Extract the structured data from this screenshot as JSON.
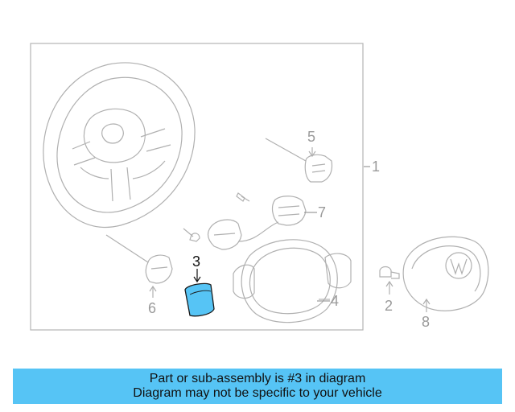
{
  "diagram": {
    "callouts": {
      "c1": "1",
      "c2": "2",
      "c3": "3",
      "c4": "4",
      "c5": "5",
      "c6": "6",
      "c7": "7",
      "c8": "8"
    },
    "highlighted_part": "3",
    "colors": {
      "highlight": "#56c4f5",
      "line": "#a9a9a9",
      "banner": "#56c4f5"
    }
  },
  "banner": {
    "line1": "Part or sub-assembly is #3 in diagram",
    "line2": "Diagram may not be specific to your vehicle"
  }
}
